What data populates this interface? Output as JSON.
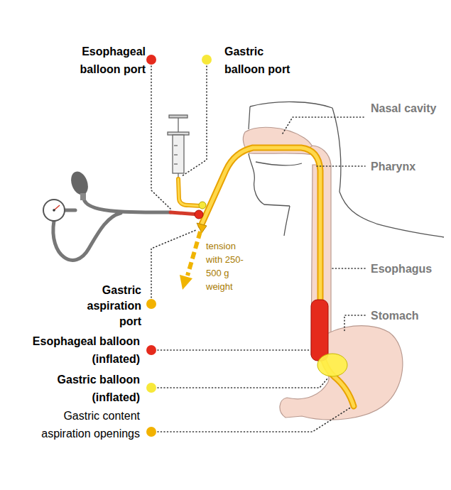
{
  "diagram": {
    "labels": [
      "Esophageal balloon port",
      "Gastric balloon port",
      "Nasal cavity",
      "Pharynx",
      "tension with 250-500 g weight",
      "Esophagus",
      "Stomach",
      "Gastric aspiration port",
      "Esophageal balloon (inflated)",
      "Gastric balloon (inflated)",
      "Gastric content aspiration openings"
    ]
  }
}
